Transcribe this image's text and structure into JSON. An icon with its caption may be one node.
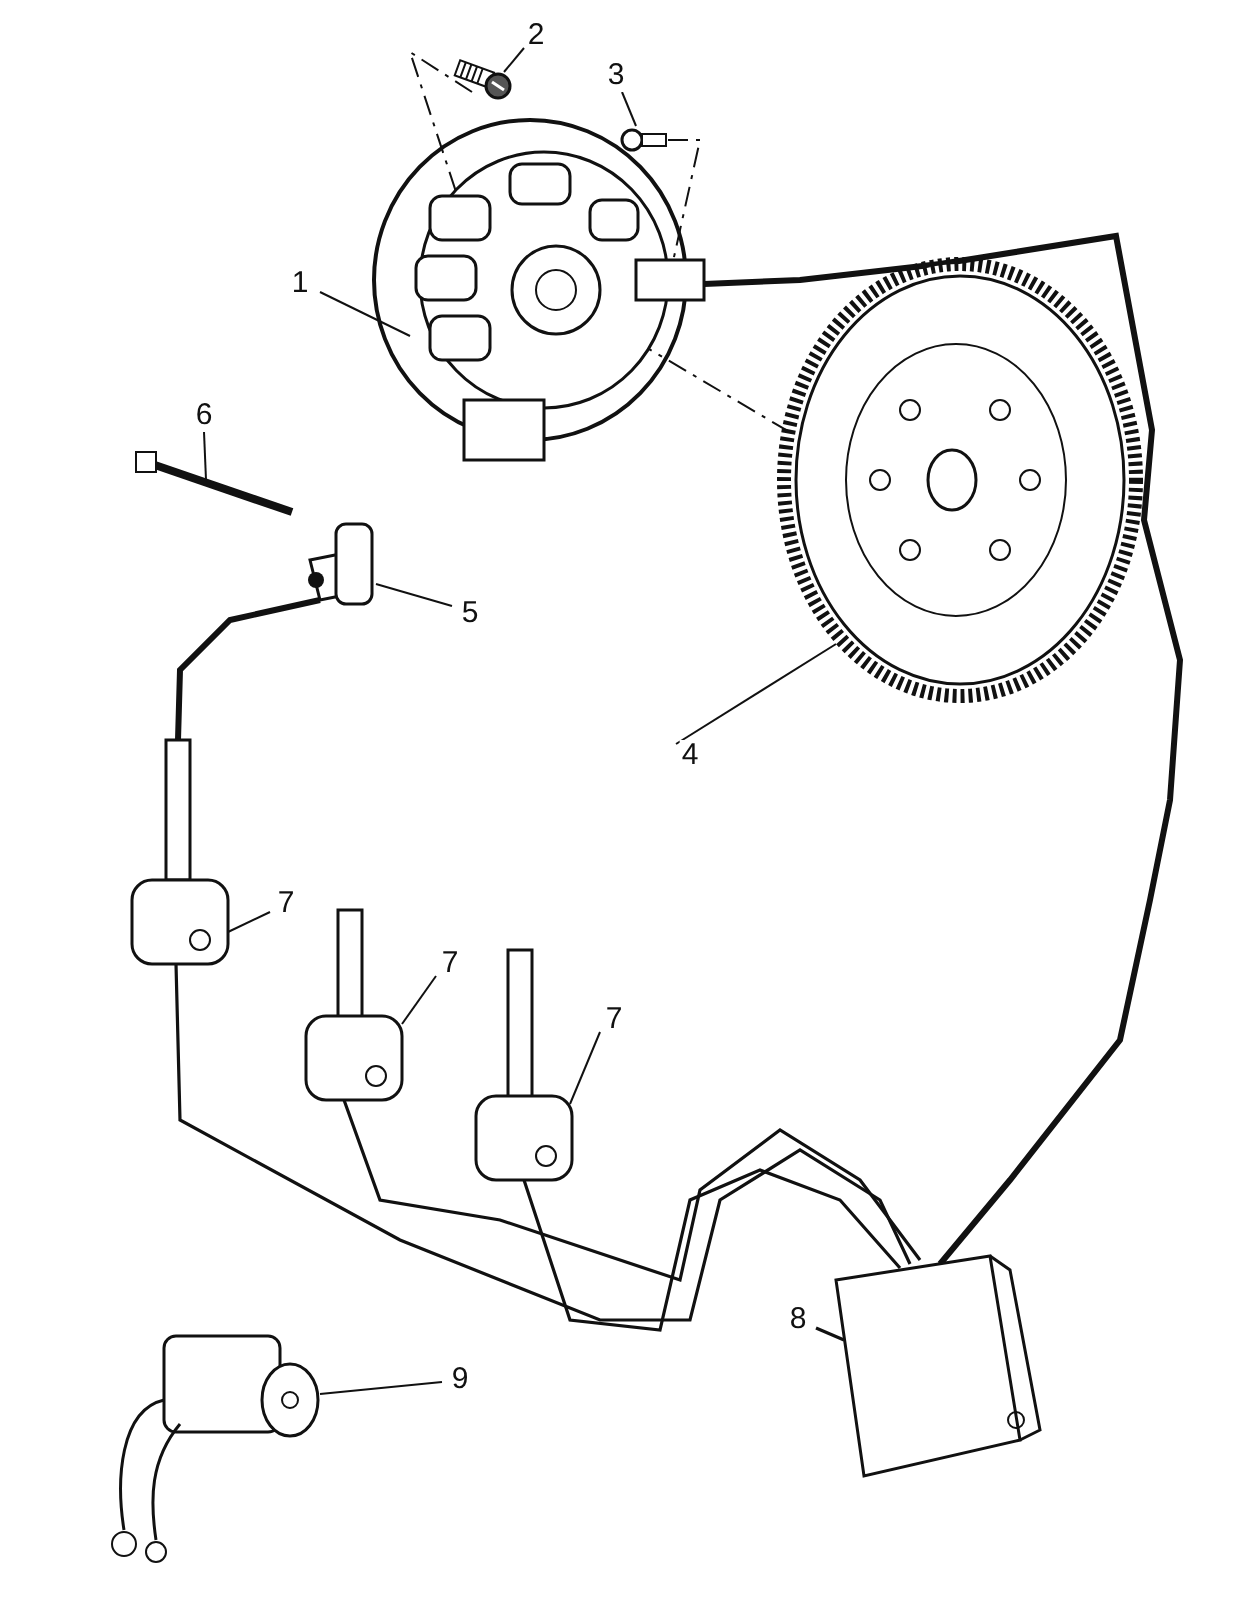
{
  "diagram": {
    "nodes": [
      {
        "text": [
          "1"
        ]
      },
      {
        "text": [],
        "shape": "picture"
      },
      {
        "text": [
          "2"
        ]
      },
      {
        "text": [],
        "shape": "picture"
      },
      {
        "text": [
          "3"
        ]
      },
      {
        "text": [],
        "shape": "picture"
      },
      {
        "text": [
          "4"
        ]
      },
      {
        "text": [],
        "shape": "picture"
      },
      {
        "text": [
          "5"
        ]
      },
      {
        "text": [],
        "shape": "picture"
      },
      {
        "text": [
          "6"
        ]
      },
      {
        "text": [],
        "shape": "picture"
      },
      {
        "text": [
          "7"
        ]
      },
      {
        "text": [],
        "shape": "picture"
      },
      {
        "text": [
          "7"
        ]
      },
      {
        "text": [],
        "shape": "picture"
      },
      {
        "text": [
          "7"
        ]
      },
      {
        "text": [],
        "shape": "picture"
      },
      {
        "text": [
          "8"
        ]
      },
      {
        "text": [],
        "shape": "picture"
      },
      {
        "text": [
          "9"
        ]
      },
      {
        "text": [],
        "shape": "picture"
      }
    ],
    "edges": [
      {
        "from": 0,
        "to": 1,
        "arrow": "none"
      },
      {
        "from": 2,
        "to": 3,
        "arrow": "none"
      },
      {
        "from": 3,
        "to": 1,
        "arrow": "none",
        "style": "dashed"
      },
      {
        "from": 4,
        "to": 5,
        "arrow": "none"
      },
      {
        "from": 5,
        "to": 1,
        "arrow": "none",
        "style": "dashed"
      },
      {
        "from": 1,
        "to": 7,
        "arrow": "none",
        "style": "dashed"
      },
      {
        "from": 6,
        "to": 7,
        "arrow": "none"
      },
      {
        "from": 8,
        "to": 9,
        "arrow": "none"
      },
      {
        "from": 10,
        "to": 11,
        "arrow": "none"
      },
      {
        "from": 12,
        "to": 13,
        "arrow": "none"
      },
      {
        "from": 14,
        "to": 15,
        "arrow": "none"
      },
      {
        "from": 16,
        "to": 17,
        "arrow": "none"
      },
      {
        "from": 18,
        "to": 19,
        "arrow": "none"
      },
      {
        "from": 20,
        "to": 21,
        "arrow": "none"
      },
      {
        "from": 1,
        "to": 19,
        "arrow": "none",
        "style": "thick"
      },
      {
        "from": 9,
        "to": 13,
        "arrow": "none",
        "style": "thick"
      },
      {
        "from": 13,
        "to": 19,
        "arrow": "none"
      },
      {
        "from": 15,
        "to": 19,
        "arrow": "none"
      },
      {
        "from": 17,
        "to": 19,
        "arrow": "none"
      }
    ]
  }
}
